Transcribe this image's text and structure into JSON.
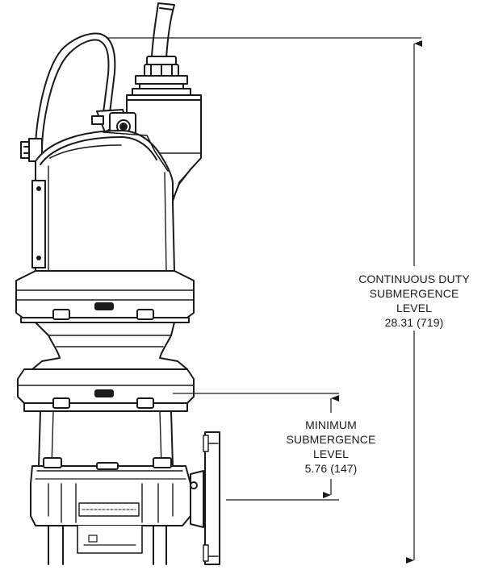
{
  "dimensions": {
    "continuous_duty": {
      "line1": "CONTINUOUS DUTY",
      "line2": "SUBMERGENCE",
      "line3": "LEVEL",
      "value": "28.31 (719)"
    },
    "minimum": {
      "line1": "MINIMUM",
      "line2": "SUBMERGENCE",
      "line3": "LEVEL",
      "value": "5.76 (147)"
    }
  },
  "colors": {
    "line": "#1a1a1a",
    "background": "#ffffff"
  }
}
